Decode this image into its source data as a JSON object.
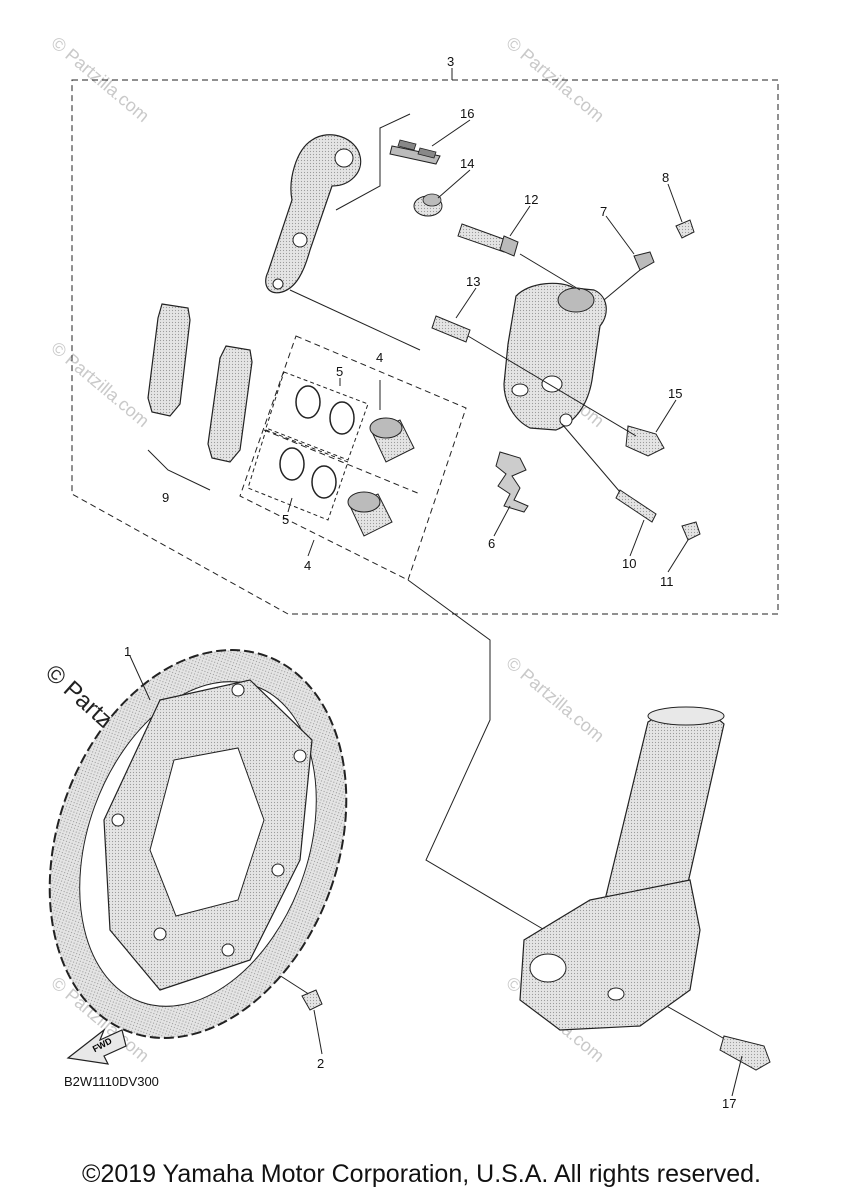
{
  "diagram": {
    "callouts": {
      "c1": "1",
      "c2": "2",
      "c3": "3",
      "c4a": "4",
      "c4b": "4",
      "c5a": "5",
      "c5b": "5",
      "c6": "6",
      "c7": "7",
      "c8": "8",
      "c9": "9",
      "c10": "10",
      "c11": "11",
      "c12": "12",
      "c13": "13",
      "c14": "14",
      "c15": "15",
      "c16": "16",
      "c17": "17"
    },
    "fwd_label": "FWD",
    "drawing_code": "B2W1110DV300"
  },
  "watermark": {
    "text": "© Partzilla.com"
  },
  "footer": {
    "copyright": "©2019 Yamaha Motor Corporation, U.S.A. All rights reserved."
  },
  "colors": {
    "line": "#222222",
    "part_fill": "#d8d8d8",
    "part_shade": "#a8a8a8",
    "watermark": "#c9c9c9"
  }
}
